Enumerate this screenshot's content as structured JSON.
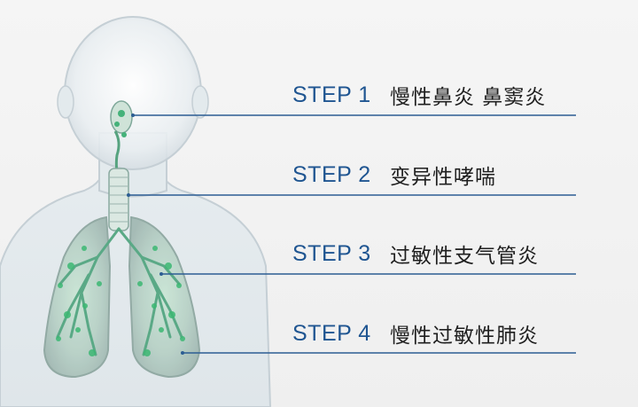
{
  "steps": [
    {
      "label": "STEP 1",
      "text": "慢性鼻炎 鼻窦炎"
    },
    {
      "label": "STEP 2",
      "text": "变异性哮喘"
    },
    {
      "label": "STEP 3",
      "text": "过敏性支气管炎"
    },
    {
      "label": "STEP 4",
      "text": "慢性过敏性肺炎"
    }
  ],
  "colors": {
    "background": "#f2f2f2",
    "step_label": "#1f5591",
    "leader_line": "#2c5d93",
    "body_outline": "#c8d2d8",
    "airway_highlight": "#3cb873"
  }
}
